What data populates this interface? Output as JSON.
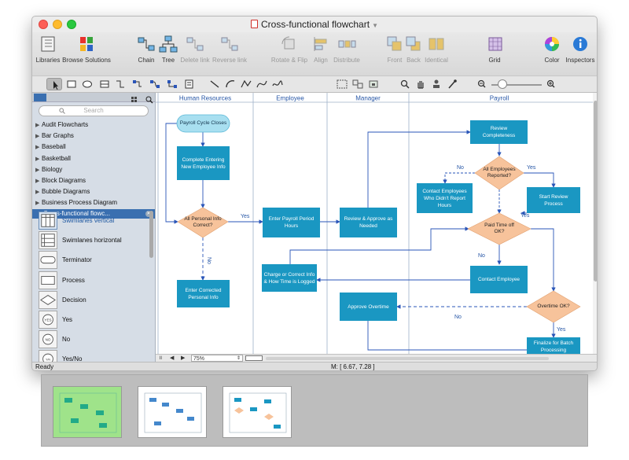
{
  "window": {
    "title": "Cross-functional flowchart"
  },
  "toolbar": {
    "items": [
      {
        "label": "Libraries",
        "icon": "libraries-icon",
        "enabled": true
      },
      {
        "label": "Browse Solutions",
        "icon": "browse-solutions-icon",
        "enabled": true
      },
      {
        "label": "Chain",
        "icon": "chain-icon",
        "enabled": true
      },
      {
        "label": "Tree",
        "icon": "tree-icon",
        "enabled": true
      },
      {
        "label": "Delete link",
        "icon": "delete-link-icon",
        "enabled": false
      },
      {
        "label": "Reverse link",
        "icon": "reverse-link-icon",
        "enabled": false
      },
      {
        "label": "Rotate & Flip",
        "icon": "rotate-flip-icon",
        "enabled": false
      },
      {
        "label": "Align",
        "icon": "align-icon",
        "enabled": false
      },
      {
        "label": "Distribute",
        "icon": "distribute-icon",
        "enabled": false
      },
      {
        "label": "Front",
        "icon": "front-icon",
        "enabled": false
      },
      {
        "label": "Back",
        "icon": "back-icon",
        "enabled": false
      },
      {
        "label": "Identical",
        "icon": "identical-icon",
        "enabled": false
      },
      {
        "label": "Grid",
        "icon": "grid-icon",
        "enabled": true
      },
      {
        "label": "Color",
        "icon": "color-wheel-icon",
        "enabled": true
      },
      {
        "label": "Inspectors",
        "icon": "info-icon",
        "enabled": true
      }
    ]
  },
  "sidebar": {
    "search_placeholder": "Search",
    "libraries": [
      "Audit Flowcharts",
      "Bar Graphs",
      "Baseball",
      "Basketball",
      "Biology",
      "Block Diagrams",
      "Bubble Diagrams",
      "Business Process Diagram"
    ],
    "active_library": "Cross-functional flowc...",
    "shapes": [
      {
        "label": "Swimlanes vertical",
        "selected": true
      },
      {
        "label": "Swimlanes horizontal",
        "selected": false
      },
      {
        "label": "Terminator",
        "selected": false
      },
      {
        "label": "Process",
        "selected": false
      },
      {
        "label": "Decision",
        "selected": false
      },
      {
        "label": "Yes",
        "selected": false
      },
      {
        "label": "No",
        "selected": false
      },
      {
        "label": "Yes/No",
        "selected": false
      }
    ]
  },
  "diagram": {
    "lanes": [
      "Human Resources",
      "Employee",
      "Manager",
      "Payroll"
    ],
    "nodes": {
      "payroll_cycle": "Payroll Cycle Closes",
      "complete_entering": "Complete Entering New Employee Info",
      "all_personal_info": "All Personal Info Correct?",
      "enter_corrected": "Enter Corrected Personal Info",
      "enter_payroll": "Enter Payroll Period Hours",
      "review_approve": "Review & Approve as Needed",
      "review_completeness": "Review Completeness",
      "all_employees_reported": "All Employees Reported?",
      "contact_employees": "Contact Employees Who Didn't Report Hours",
      "start_review": "Start Review Process",
      "paid_time_off": "Paid Time off OK?",
      "contact_employee": "Contact Employee",
      "charge_or_correct": "Charge or Correct Info & How Time is Logged",
      "approve_overtime": "Approve Overtime",
      "overtime_ok": "Overtime OK?",
      "finalize_batch": "Finalize for Batch Processing"
    },
    "labels": {
      "yes": "Yes",
      "no": "No"
    }
  },
  "bottom": {
    "zoom": "75%"
  },
  "status": {
    "left": "Ready",
    "center": "M: [ 6.67, 7.28 ]"
  },
  "colors": {
    "process": "#1a97c2",
    "decision": "#f7c39b",
    "terminator": "#a8dff0",
    "connector": "#2a55b8",
    "lane_text": "#2656a6"
  }
}
